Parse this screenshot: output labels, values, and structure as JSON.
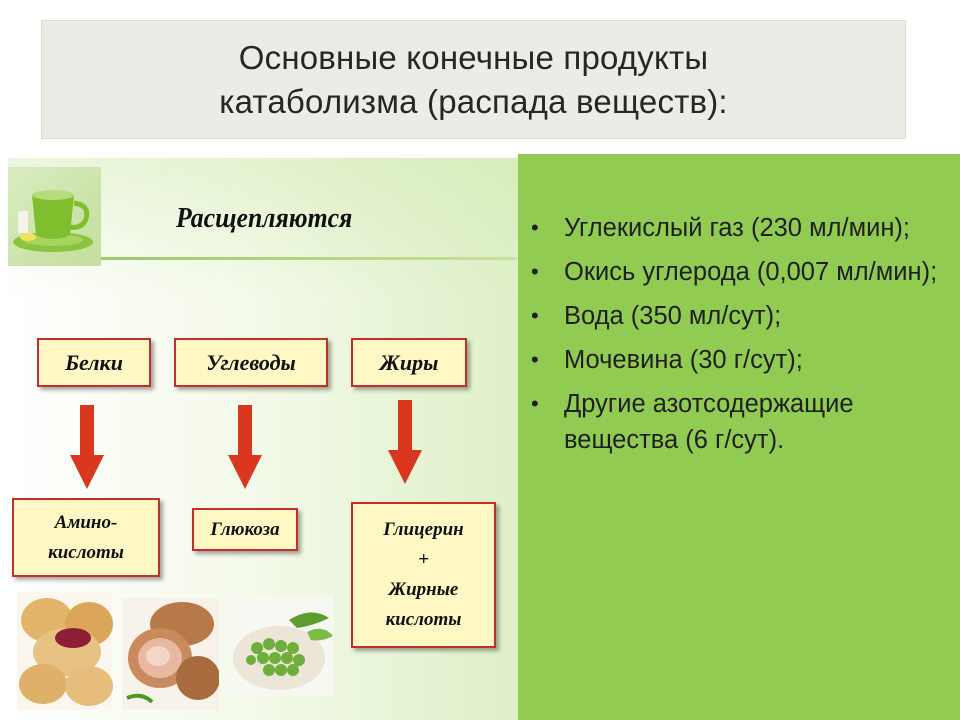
{
  "title": {
    "line1": "Основные конечные продукты",
    "line2": "катаболизма (распада веществ):"
  },
  "diagram": {
    "heading": "Расщепляются",
    "top_boxes": [
      "Белки",
      "Углеводы",
      "Жиры"
    ],
    "bottom_boxes": {
      "amino": [
        "Амино-",
        "кислоты"
      ],
      "glucose": [
        "Глюкоза"
      ],
      "fats": [
        "Глицерин",
        "+",
        "Жирные",
        "кислоты"
      ]
    },
    "colors": {
      "box_fill": "#fff7c4",
      "box_border": "#c0312b",
      "arrow": "#d9381e",
      "right_panel": "#92cb52"
    },
    "images": [
      "tea-cup-image",
      "bread-buns-image",
      "meat-roll-image",
      "green-peas-image"
    ]
  },
  "products": {
    "items": [
      "Углекислый газ (230 мл/мин);",
      "Окись углерода (0,007 мл/мин);",
      "Вода (350 мл/сут);",
      "Мочевина (30 г/сут);",
      "Другие азотсодержащие вещества (6 г/сут)."
    ]
  }
}
